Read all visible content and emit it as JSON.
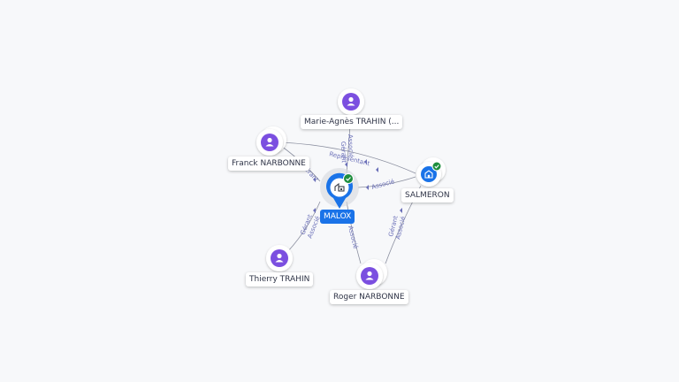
{
  "colors": {
    "person": "#7b4fe0",
    "company": "#1a73e8",
    "check": "#1e8e3e",
    "edge": "#8c90a0",
    "edge_label": "#6a6fb8"
  },
  "nodes": {
    "malox": {
      "label": "MALOX",
      "icon": "company-icon"
    },
    "salmeron": {
      "label": "SALMERON",
      "icon": "company-icon"
    },
    "marie": {
      "label": "Marie-Agnès TRAHIN (...",
      "icon": "person-icon"
    },
    "franck": {
      "label": "Franck NARBONNE",
      "icon": "person-icon"
    },
    "thierry": {
      "label": "Thierry TRAHIN",
      "icon": "person-icon"
    },
    "roger": {
      "label": "Roger NARBONNE",
      "icon": "person-icon"
    }
  },
  "edges": {
    "marie_malox": [
      "Gérant",
      "Associé"
    ],
    "franck_salmeron": [
      "Représentant"
    ],
    "franck_malox": [
      "Gérant"
    ],
    "salmeron_malox": [
      "Associé"
    ],
    "thierry_malox": [
      "Gérant",
      "Associé"
    ],
    "roger_malox": [
      "Associé"
    ],
    "roger_salmeron": [
      "Gérant",
      "Associé"
    ]
  }
}
